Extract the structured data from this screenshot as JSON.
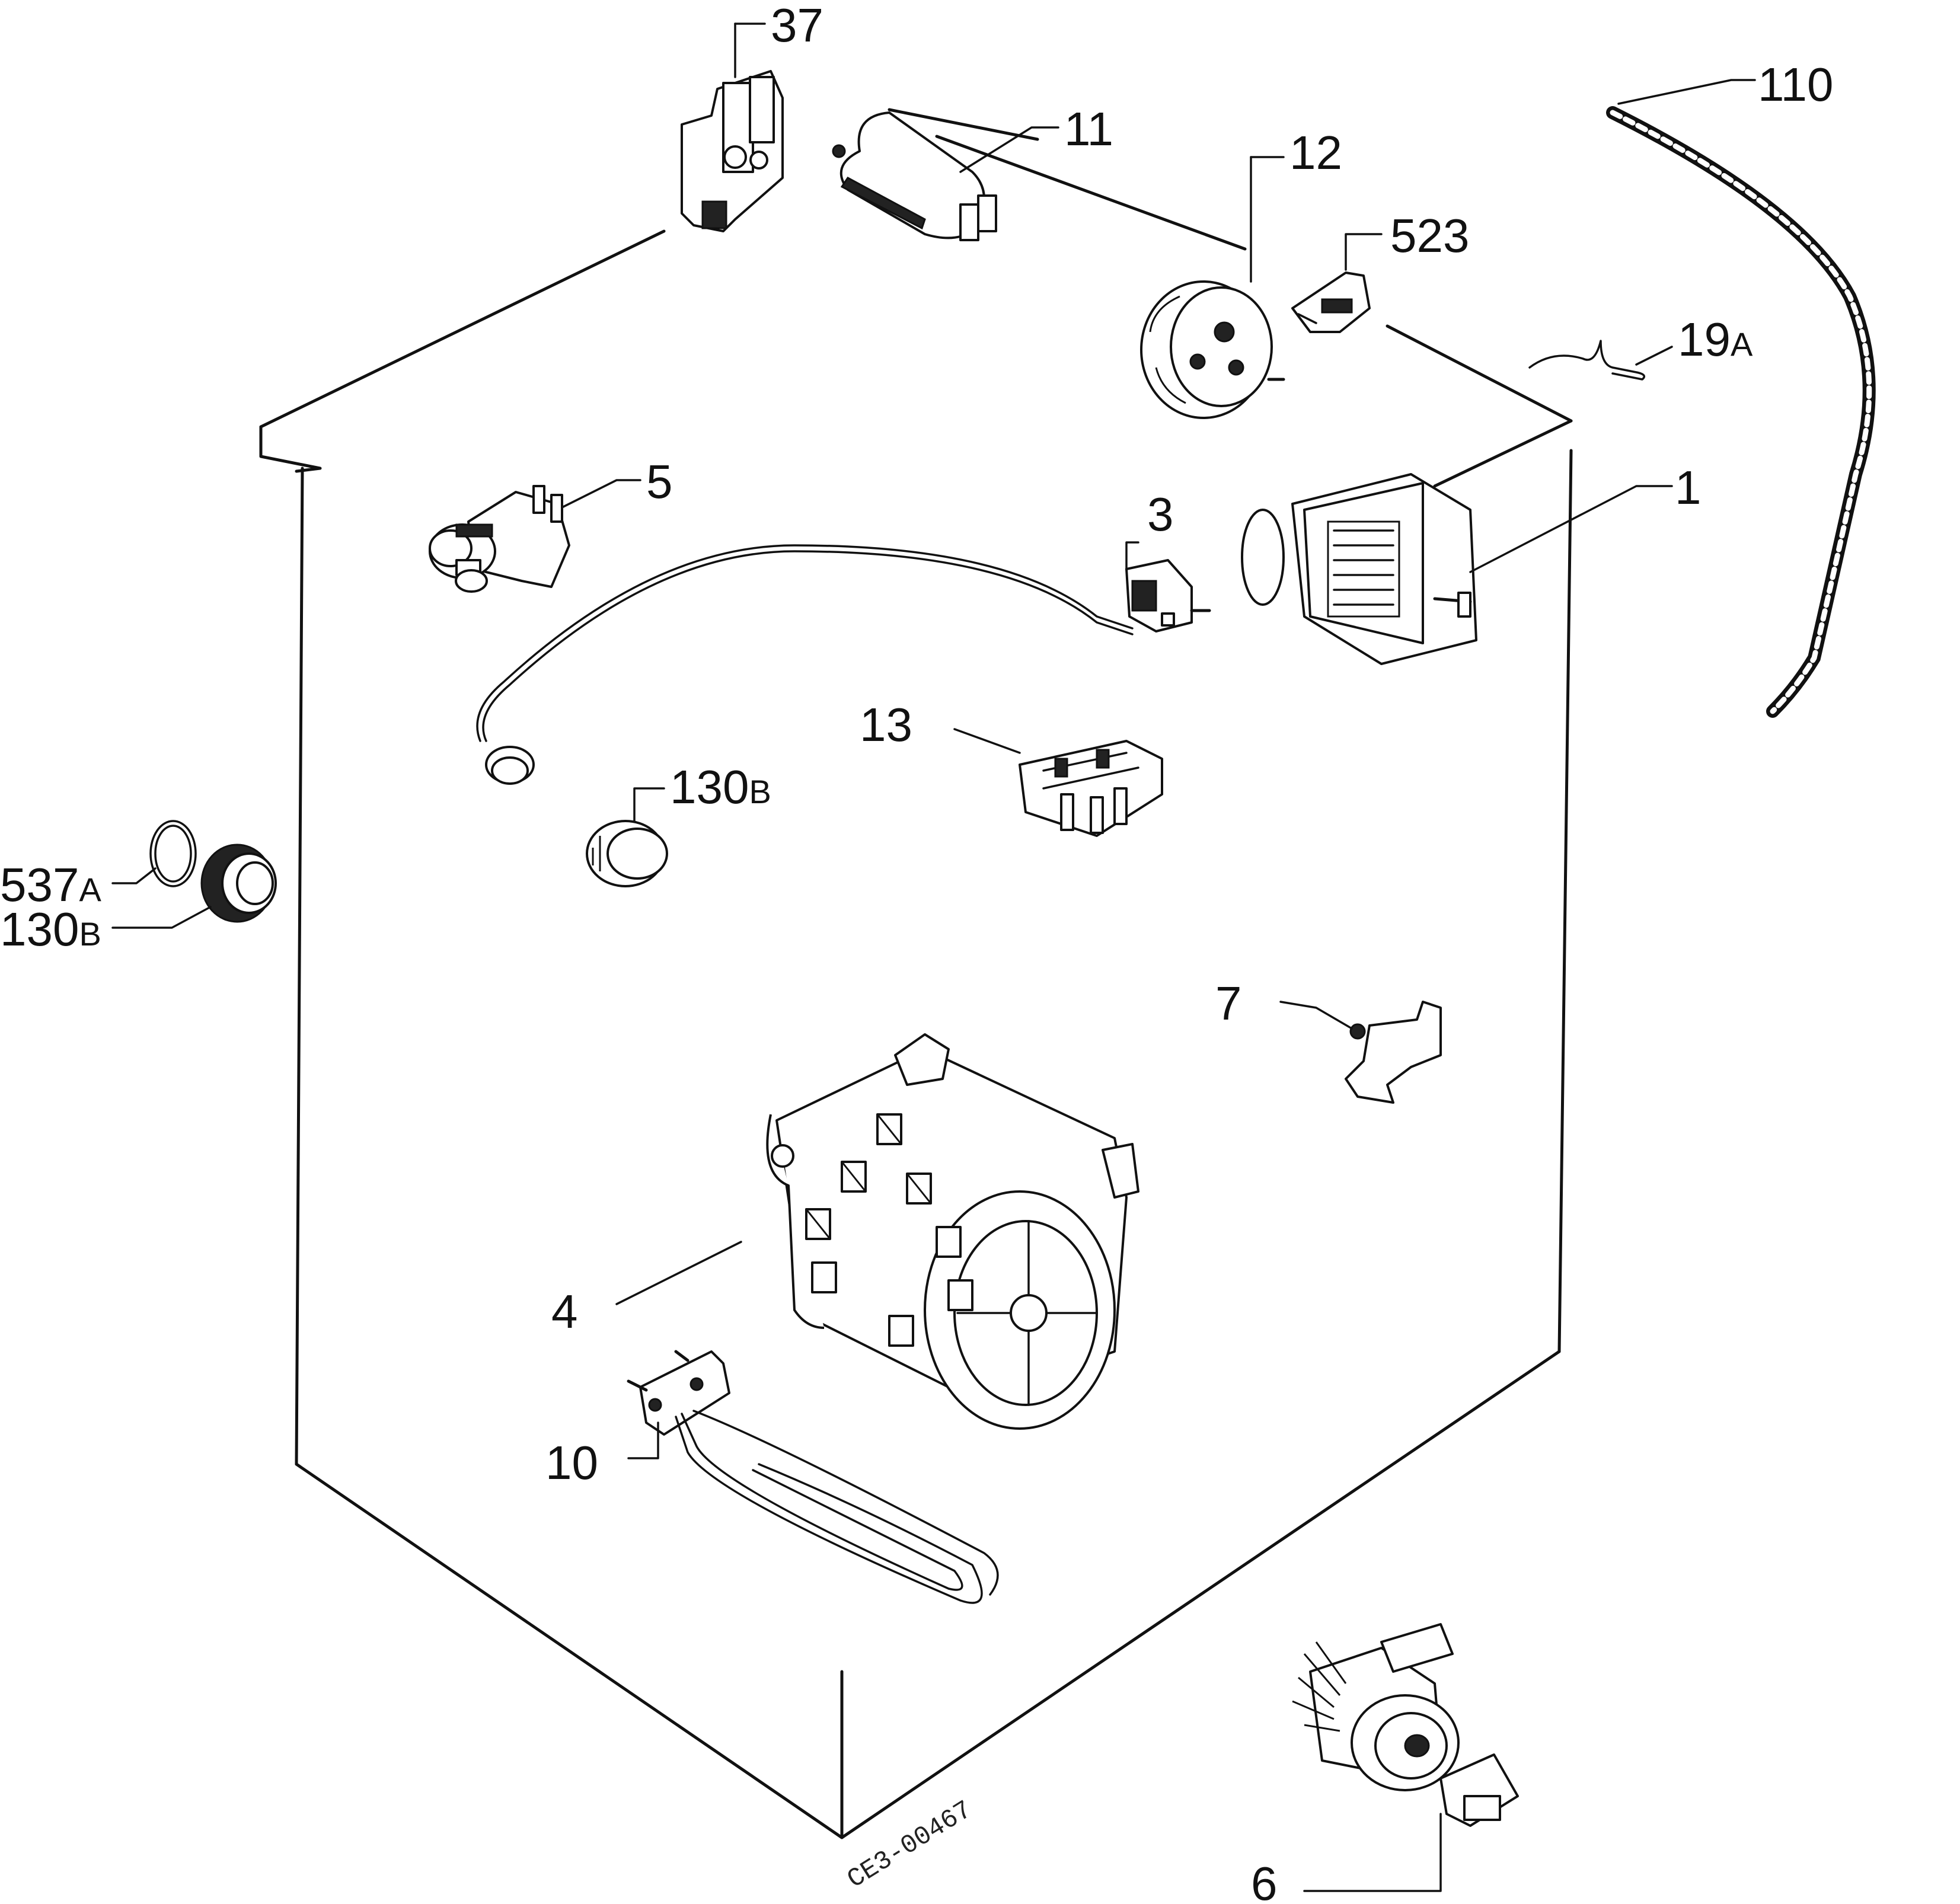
{
  "colors": {
    "ink": "#111111",
    "background": "#ffffff"
  },
  "diagram": {
    "stamp": "CE3-00467",
    "parts": [
      {
        "id": "37",
        "label": "37",
        "suffix": ""
      },
      {
        "id": "11",
        "label": "11",
        "suffix": ""
      },
      {
        "id": "12",
        "label": "12",
        "suffix": ""
      },
      {
        "id": "523",
        "label": "523",
        "suffix": ""
      },
      {
        "id": "110",
        "label": "110",
        "suffix": ""
      },
      {
        "id": "19A",
        "label": "19",
        "suffix": "A"
      },
      {
        "id": "5",
        "label": "5",
        "suffix": ""
      },
      {
        "id": "3",
        "label": "3",
        "suffix": ""
      },
      {
        "id": "1",
        "label": "1",
        "suffix": ""
      },
      {
        "id": "13",
        "label": "13",
        "suffix": ""
      },
      {
        "id": "130B-center",
        "label": "130",
        "suffix": "B"
      },
      {
        "id": "537A",
        "label": "537",
        "suffix": "A"
      },
      {
        "id": "130B-left",
        "label": "130",
        "suffix": "B"
      },
      {
        "id": "7",
        "label": "7",
        "suffix": ""
      },
      {
        "id": "4",
        "label": "4",
        "suffix": ""
      },
      {
        "id": "10",
        "label": "10",
        "suffix": ""
      },
      {
        "id": "6",
        "label": "6",
        "suffix": ""
      }
    ]
  }
}
